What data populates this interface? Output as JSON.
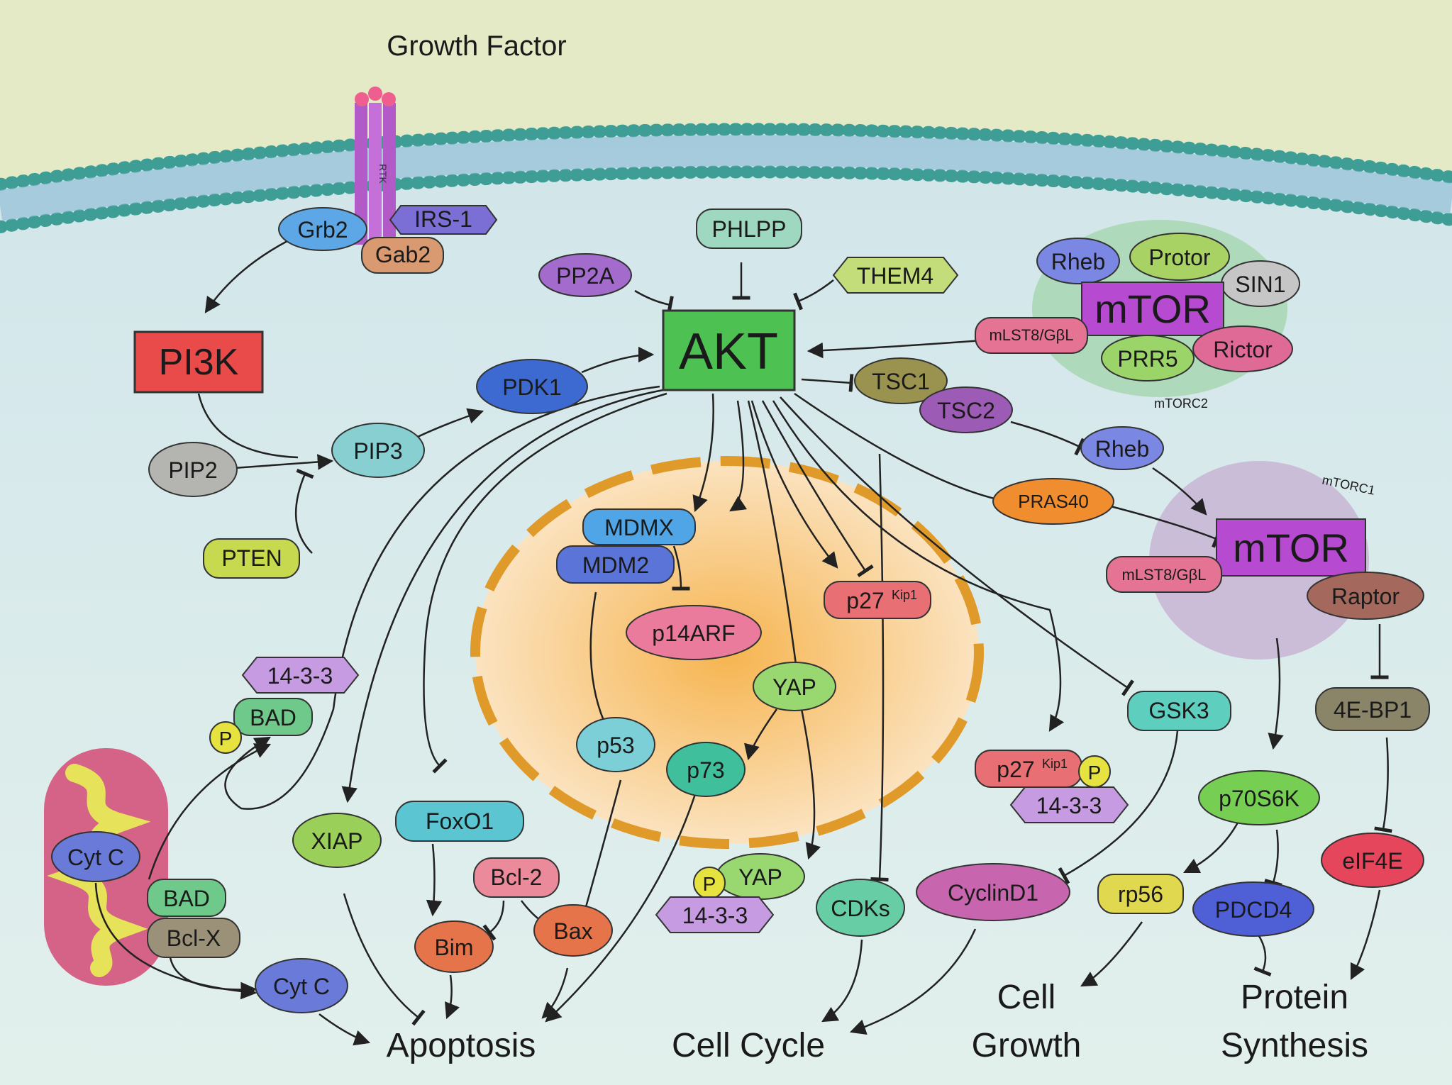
{
  "labels": {
    "growth_factor": "Growth Factor",
    "rtk": "RTK",
    "mtorc2": "mTORC2",
    "mtorc1": "mTORC1"
  },
  "nodes": {
    "grb2": "Grb2",
    "irs1": "IRS-1",
    "gab2": "Gab2",
    "phlpp": "PHLPP",
    "pp2a": "PP2A",
    "them4": "THEM4",
    "akt": "AKT",
    "pi3k": "PI3K",
    "pdk1": "PDK1",
    "pip2": "PIP2",
    "pip3": "PIP3",
    "pten": "PTEN",
    "rheb2": "Rheb",
    "protor": "Protor",
    "sin1": "SIN1",
    "mtor2": "mTOR",
    "mlst8_2": "mLST8/GβL",
    "prr5": "PRR5",
    "rictor": "Rictor",
    "tsc1": "TSC1",
    "tsc2": "TSC2",
    "rheb1": "Rheb",
    "pras40": "PRAS40",
    "mtor1": "mTOR",
    "mlst8_1": "mLST8/GβL",
    "raptor": "Raptor",
    "mdmx": "MDMX",
    "mdm2": "MDM2",
    "p14arf": "p14ARF",
    "p27": "p27",
    "p27_sup": "Kip1",
    "yap": "YAP",
    "p53": "p53",
    "p73": "p73",
    "p27b": "p27",
    "p27b_sup": "Kip1",
    "p_p27": "P",
    "x1433_p27": "14-3-3",
    "gsk3": "GSK3",
    "eb41": "4E-BP1",
    "p70s6k": "p70S6K",
    "eif4e": "eIF4E",
    "rp56": "rp56",
    "pdcd4": "PDCD4",
    "cyclind1": "CyclinD1",
    "cdks": "CDKs",
    "p_yap": "P",
    "yap2": "YAP",
    "x1433_yap": "14-3-3",
    "x1433_bad": "14-3-3",
    "p_bad": "P",
    "bad1": "BAD",
    "cytc1": "Cyt C",
    "bad2": "BAD",
    "bclx": "Bcl-X",
    "cytc2": "Cyt C",
    "xiap": "XIAP",
    "foxo1": "FoxO1",
    "bcl2": "Bcl-2",
    "bim": "Bim",
    "bax": "Bax"
  },
  "outcomes": {
    "apoptosis": "Apoptosis",
    "cell_cycle": "Cell Cycle",
    "cell_growth_1": "Cell",
    "cell_growth_2": "Growth",
    "protein_synthesis_1": "Protein",
    "protein_synthesis_2": "Synthesis"
  },
  "colors": {
    "membrane_outside": "#e6ebc8",
    "cytoplasm": "#d6eaea",
    "nucleus": "#f3c27a",
    "akt": "#52c256",
    "pi3k": "#e94b4b",
    "mtor": "#b64ad0"
  }
}
